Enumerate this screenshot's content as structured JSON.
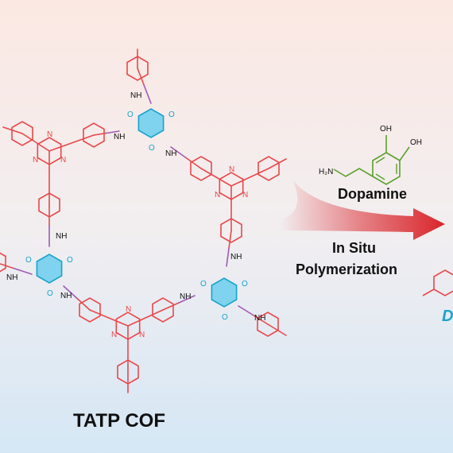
{
  "labels": {
    "framework": "TATP COF",
    "monomer": "Dopamine",
    "process_line1": "In Situ",
    "process_line2": "Polymerization",
    "cut_off": "D"
  },
  "atoms": {
    "nitrogen": "N",
    "amine": "NH",
    "oxygen": "O",
    "hydroxyl": "OH",
    "primary_amine": "H₂N"
  },
  "colors": {
    "triazine_red": "#e8484b",
    "ketone_blue": "#1aa3cc",
    "link_purple": "#a05ab4",
    "green": "#5aa02c",
    "text": "#111111",
    "arrow": "#d9252b",
    "bg_top": "#fbe7e1",
    "bg_bottom": "#d6e8f5"
  }
}
